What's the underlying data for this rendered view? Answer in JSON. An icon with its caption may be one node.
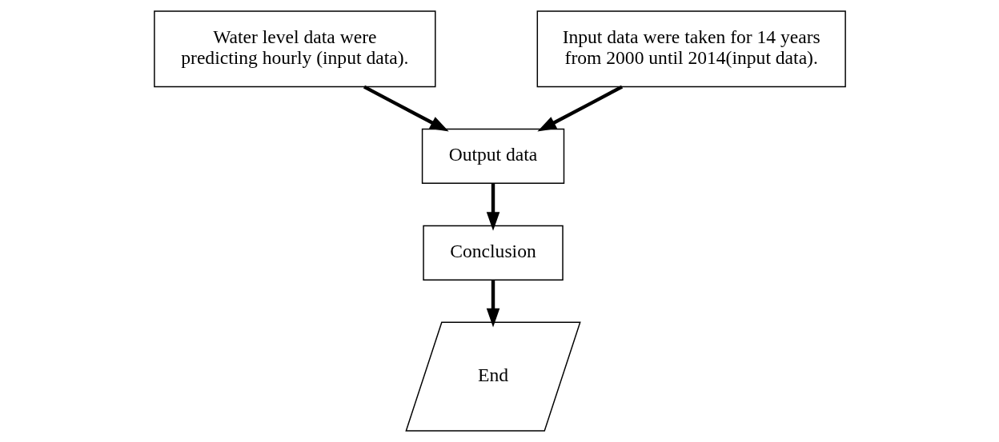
{
  "diagram": {
    "nodes": [
      {
        "text": [
          "Water level data were predicting hourly (input data)."
        ]
      },
      {
        "text": [
          "Input data were taken for 14 years from 2000 until 2014(input data)."
        ]
      },
      {
        "text": [
          "Output data"
        ]
      },
      {
        "text": [
          "Conclusion"
        ]
      },
      {
        "text": [
          "End"
        ]
      }
    ],
    "edges": [
      {
        "from": 0,
        "to": 2,
        "arrow": "to"
      },
      {
        "from": 1,
        "to": 2,
        "arrow": "to"
      },
      {
        "from": 2,
        "to": 3,
        "arrow": "to"
      },
      {
        "from": 3,
        "to": 4,
        "arrow": "to"
      }
    ]
  }
}
